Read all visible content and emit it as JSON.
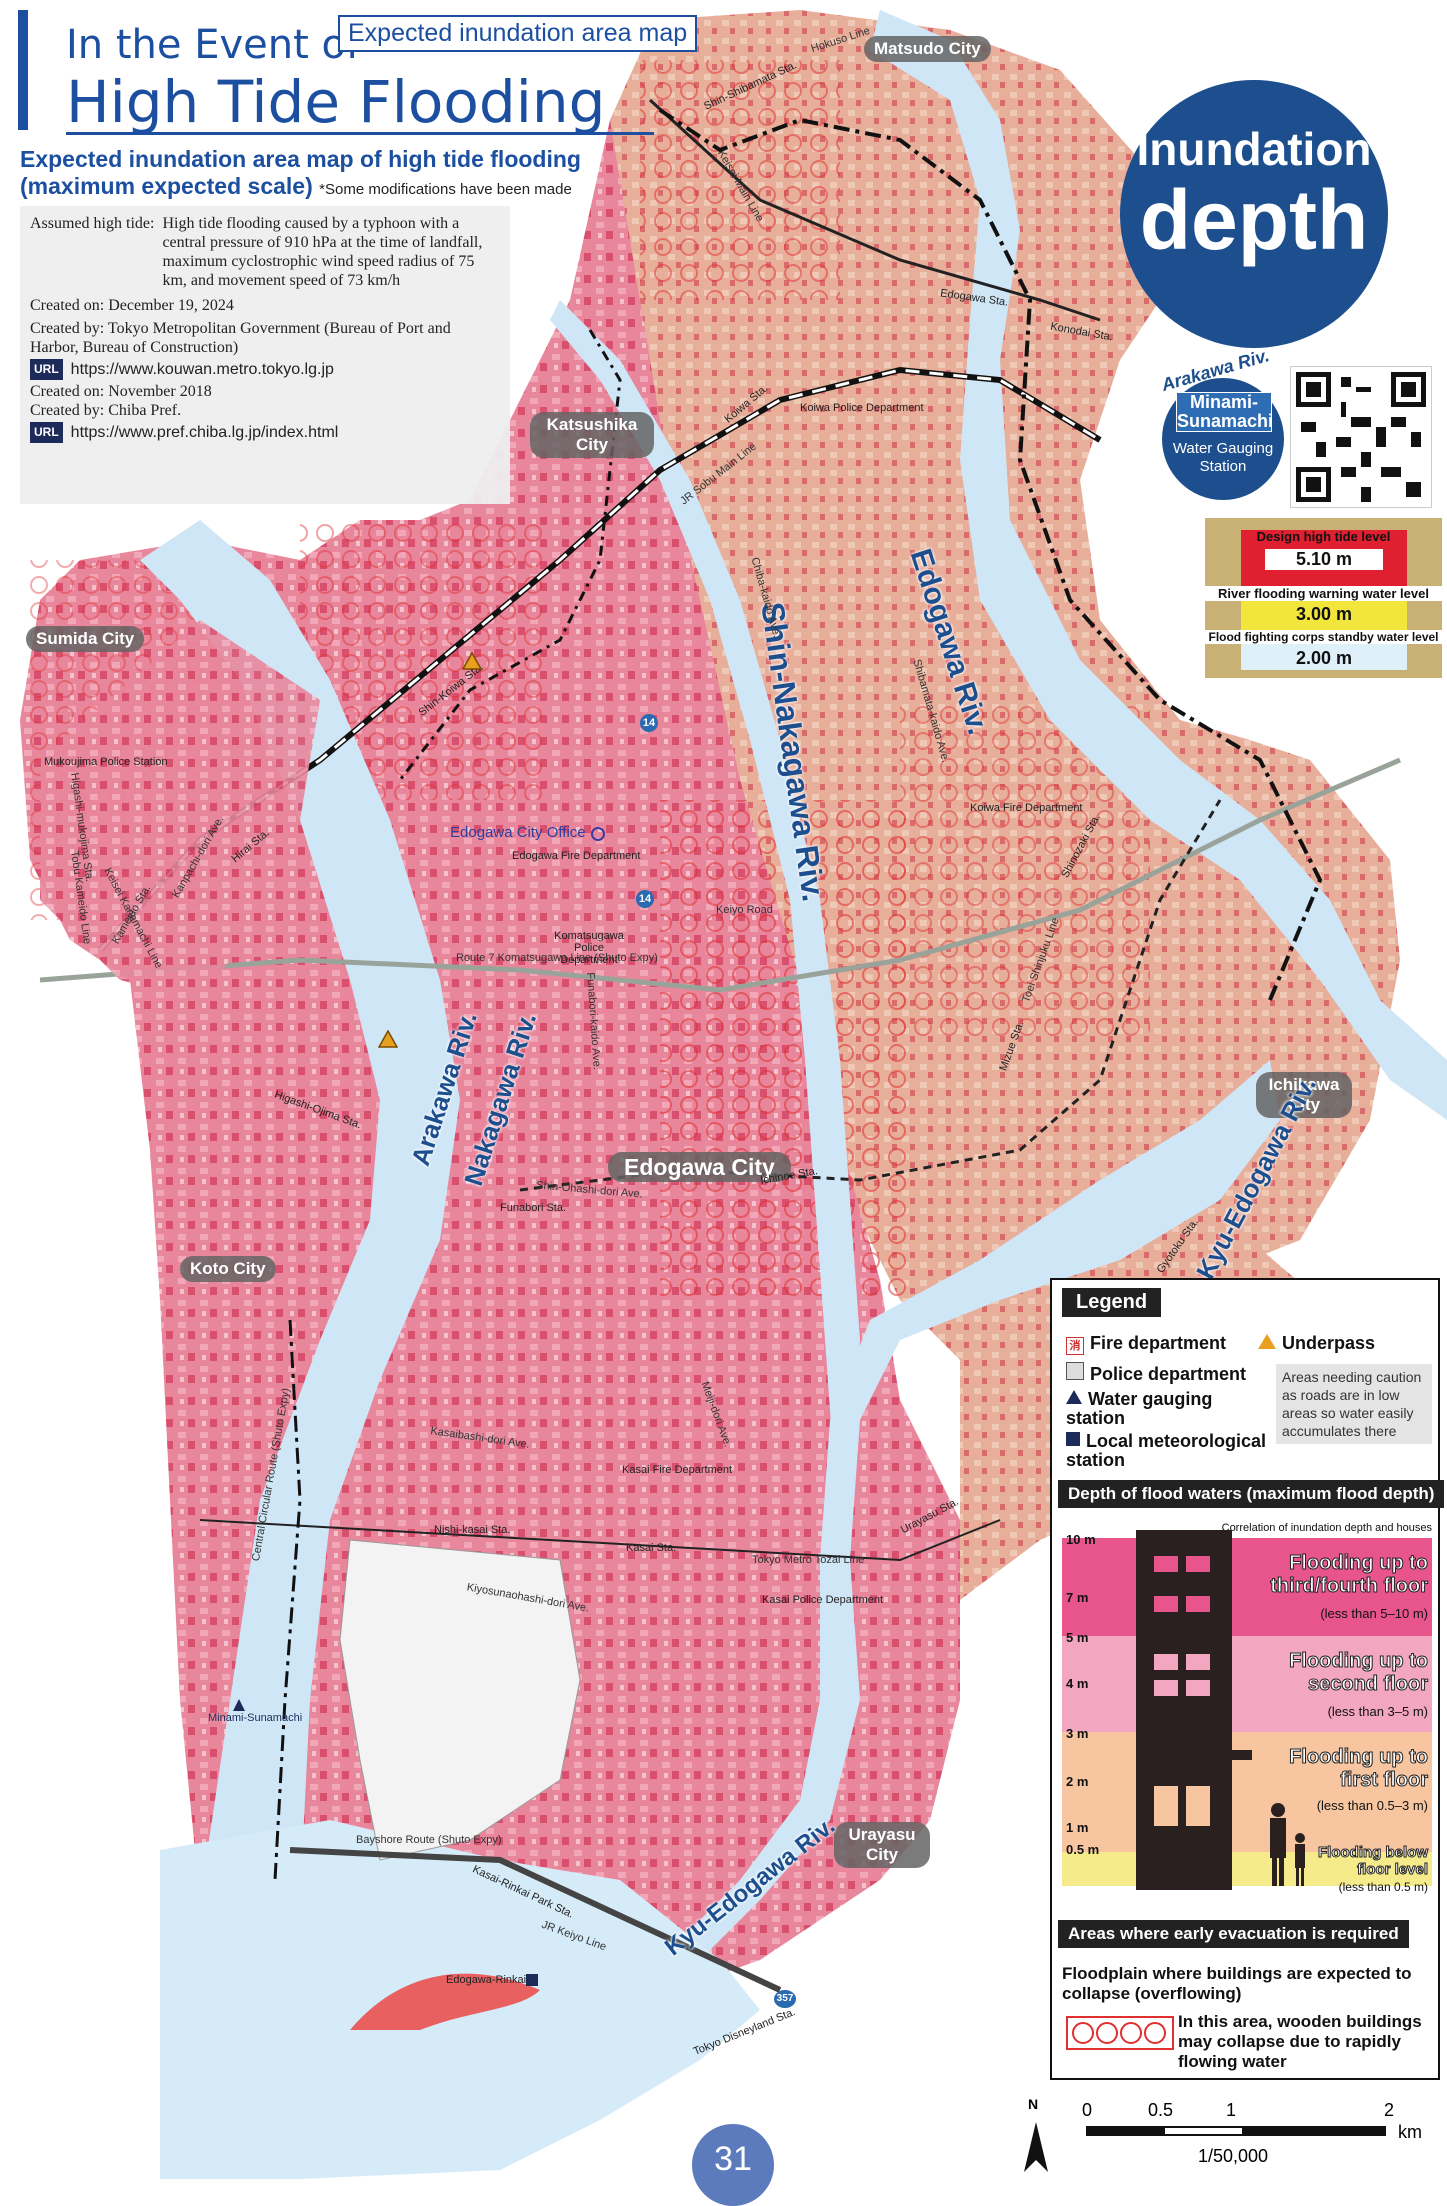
{
  "header": {
    "title_line1": "In the Event of",
    "title_line2": "High Tide Flooding",
    "tag": "Expected inundation area map",
    "subtitle_line1": "Expected inundation area map of high tide flooding",
    "subtitle_line2": "(maximum expected scale)",
    "subtitle_note": "*Some modifications have been made"
  },
  "info": {
    "assumed_label": "Assumed high tide:",
    "assumed_text": "High tide flooding caused by a typhoon with a central pressure of 910 hPa at the time of landfall, maximum cyclostrophic wind speed radius of 75 km, and movement speed of 73 km/h",
    "created_on_1": "Created on: December 19, 2024",
    "created_by_1": "Created by: Tokyo Metropolitan Government (Bureau of Port and Harbor, Bureau of Construction)",
    "url_badge": "URL",
    "url_1": "https://www.kouwan.metro.tokyo.lg.jp",
    "created_on_2": "Created on: November 2018",
    "created_by_2": "Created by: Chiba Pref.",
    "url_2": "https://www.pref.chiba.lg.jp/index.html"
  },
  "depth_badge": {
    "line1": "Inundation",
    "line2": "depth"
  },
  "gauge": {
    "river": "Arakawa Riv.",
    "name": "Minami-Sunamachi",
    "sub": "Water Gauging Station",
    "level1_label": "Design high tide level",
    "level1_value": "5.10 m",
    "level2_label": "River flooding warning water level",
    "level2_value": "3.00 m",
    "level3_label": "Flood fighting corps standby water level",
    "level3_value": "2.00 m",
    "colors": {
      "design": "#e02030",
      "warning": "#f2e63c",
      "standby": "#dff0fa",
      "bank": "#c9b074"
    }
  },
  "places": {
    "matsudo": "Matsudo City",
    "katsushika": "Katsushika City",
    "sumida": "Sumida City",
    "koto": "Koto City",
    "ichikawa": "Ichikawa City",
    "urayasu": "Urayasu City",
    "edogawa": "Edogawa City"
  },
  "rivers": {
    "edogawa": "Edogawa Riv.",
    "shin_nakagawa": "Shin-Nakagawa Riv.",
    "arakawa": "Arakawa Riv.",
    "nakagawa": "Nakagawa Riv.",
    "kyu_edogawa_north": "Kyu-Edogawa Riv.",
    "kyu_edogawa_south": "Kyu-Edogawa Riv."
  },
  "stations": {
    "shin_shibamata": "Shin-Shibamata Sta.",
    "edogawa": "Edogawa Sta.",
    "konodai": "Konodai Sta.",
    "koiwa": "Koiwa Sta.",
    "shin_koiwa": "Shin-Koiwa Sta.",
    "hirai": "Hirai Sta.",
    "shinozaki": "Shinozaki Sta.",
    "mizue": "Mizue Sta.",
    "higashi_ojima": "Higashi-Ojima Sta.",
    "funabori": "Funabori Sta.",
    "ichinoe": "Ichinoe Sta.",
    "nishi_kasai": "Nishi-kasai Sta.",
    "kasai": "Kasai Sta.",
    "urayasu": "Urayasu Sta.",
    "gyotoku": "Gyotoku Sta.",
    "kasai_rinkai": "Kasai-Rinkai Park Sta.",
    "tokyo_disneyland": "Tokyo Disneyland Sta."
  },
  "facilities": {
    "edogawa_office": "Edogawa City Office",
    "edogawa_fire": "Edogawa Fire Department",
    "komatsugawa_police": "Komatsugawa Police Department",
    "koiwa_police": "Koiwa Police Department",
    "koiwa_fire": "Koiwa Fire Department",
    "mukoujima_police": "Mukoujima Police Station",
    "kasai_fire": "Kasai Fire Department",
    "kasai_police": "Kasai Police Department",
    "minami_sunamachi": "Minami-Sunamachi",
    "edogawa_rinkai": "Edogawa-Rinkai"
  },
  "roads": {
    "route7": "Route 7 Komatsugawa Line (Shuto Expy)",
    "keiyo": "Keiyo Road",
    "sobu": "JR Sobu Main Line",
    "keisei_main": "Keisei Main Line",
    "hokuso": "Hokuso Line",
    "tozai": "Tokyo Metro Tozai Line",
    "keiyo_line": "JR Keiyo Line",
    "bayshore": "Bayshore Route (Shuto Expy)",
    "central_circular": "Central Circular Route (Shuto Expy)",
    "shin_ohashi": "Shin-Ohashi-dori Ave.",
    "kiyosunaohashi": "Kiyosunaohashi-dori Ave.",
    "kasaibashi": "Kasaibashi-dori Ave.",
    "chiba_kaido": "Chiba-kaido Ave.",
    "funabori_kaido": "Funabori-kaido Ave.",
    "shibamata_kaido": "Shibamata-kaido Ave.",
    "toei_shinjuku": "Toei Shinjuku Line",
    "keisei_kanamachi": "Keisei Kanamachi Line",
    "meiji_dori": "Meiji-dori Ave.",
    "kanpachi": "Kanpachi-dori Ave.",
    "tobu_kameido": "Tobu Kameido Line",
    "higashi_mukojima": "Higashi-mukojima Sta.",
    "kameido": "Kameido Sta.",
    "route_14": "14",
    "route_357": "357"
  },
  "legend": {
    "title": "Legend",
    "fire": "Fire department",
    "underpass": "Underpass",
    "police": "Police department",
    "water_gauge": "Water gauging station",
    "meteo": "Local meteorological station",
    "caution": "Areas needing caution as roads are in low areas so water easily accumulates there",
    "depth_title": "Depth of flood waters (maximum flood depth)",
    "correlation": "Correlation of inundation depth and houses",
    "ticks": [
      "10 m",
      "7 m",
      "5 m",
      "4 m",
      "3 m",
      "2 m",
      "1 m",
      "0.5 m"
    ],
    "band1_title": "Flooding up to third/fourth floor",
    "band1_sub": "(less than 5–10 m)",
    "band2_title": "Flooding up to second floor",
    "band2_sub": "(less than 3–5 m)",
    "band3_title": "Flooding up to first floor",
    "band3_sub": "(less than 0.5–3 m)",
    "band4_title": "Flooding below floor level",
    "band4_sub": "(less than 0.5 m)",
    "band_colors": [
      "#e8548c",
      "#f2a6c0",
      "#f7c6a0",
      "#f5eb8a"
    ],
    "evac_title": "Areas where early evacuation is required",
    "collapse_title": "Floodplain where buildings are expected to collapse (overflowing)",
    "collapse_desc": "In this area, wooden buildings may collapse due to rapidly flowing water"
  },
  "scale": {
    "n": "N",
    "labels": [
      "0",
      "0.5",
      "1",
      "2"
    ],
    "unit": "km",
    "ratio": "1/50,000"
  },
  "page_number": "31"
}
